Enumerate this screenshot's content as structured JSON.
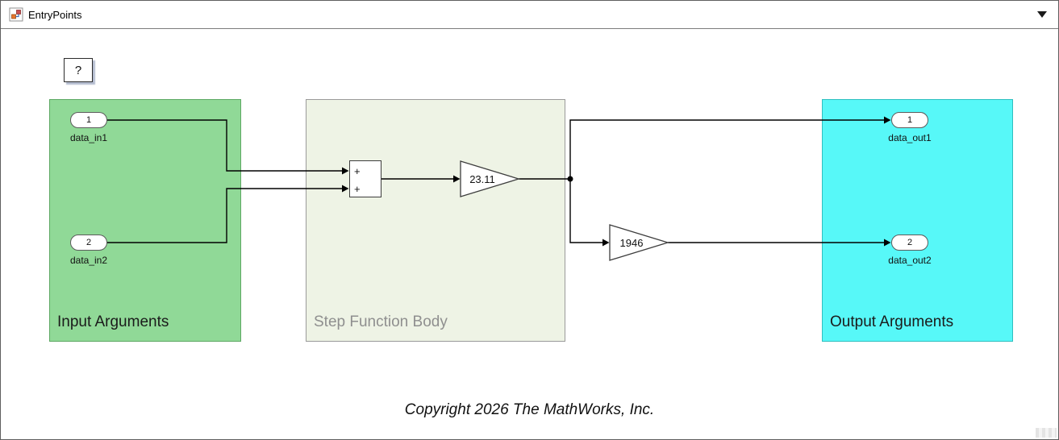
{
  "titlebar": {
    "title": "EntryPoints"
  },
  "canvas": {
    "help_label": "?",
    "regions": {
      "input": {
        "label": "Input Arguments"
      },
      "body": {
        "label": "Step Function Body"
      },
      "output": {
        "label": "Output Arguments"
      }
    },
    "inports": [
      {
        "number": "1",
        "label": "data_in1"
      },
      {
        "number": "2",
        "label": "data_in2"
      }
    ],
    "outports": [
      {
        "number": "1",
        "label": "data_out1"
      },
      {
        "number": "2",
        "label": "data_out2"
      }
    ],
    "sum": {
      "sign_top": "+",
      "sign_bottom": "+"
    },
    "gains": [
      {
        "value": "23.11"
      },
      {
        "value": "1946"
      }
    ],
    "copyright": "Copyright 2026 The MathWorks, Inc."
  },
  "colors": {
    "input_region": "#90d997",
    "input_border": "#5da863",
    "body_region": "#eef3e5",
    "body_border": "#9a9a9a",
    "output_region": "#57f8f8",
    "output_border": "#2fbfbf"
  }
}
